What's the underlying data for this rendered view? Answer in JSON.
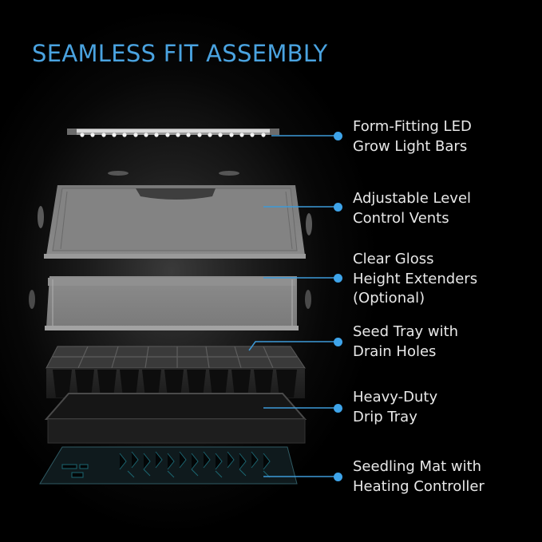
{
  "title": "SEAMLESS FIT ASSEMBLY",
  "accent_color": "#4aa3e0",
  "components": [
    {
      "name": "led-grow-light-bar",
      "line1": "Form-Fitting LED",
      "line2": "Grow Light Bars"
    },
    {
      "name": "humidity-dome",
      "line1": "Adjustable Level",
      "line2": "Control Vents"
    },
    {
      "name": "height-extender",
      "line1": "Clear Gloss",
      "line2": "Height Extenders",
      "line3": "(Optional)"
    },
    {
      "name": "seed-tray",
      "line1": "Seed Tray with",
      "line2": "Drain Holes"
    },
    {
      "name": "drip-tray",
      "line1": "Heavy-Duty",
      "line2": "Drip Tray"
    },
    {
      "name": "seedling-mat",
      "line1": "Seedling Mat with",
      "line2": "Heating Controller"
    }
  ]
}
